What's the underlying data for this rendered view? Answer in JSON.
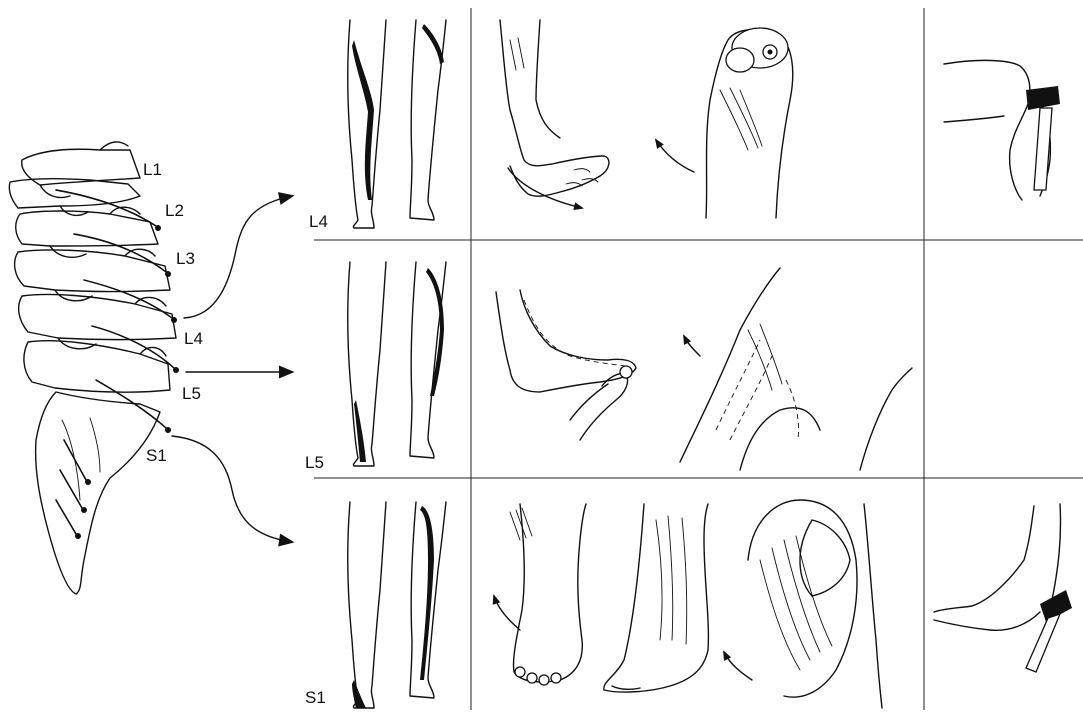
{
  "spine_labels": {
    "l1": "L1",
    "l2": "L2",
    "l3": "L3",
    "l4": "L4",
    "l5": "L5",
    "s1": "S1"
  },
  "rows": [
    {
      "label": "L4"
    },
    {
      "label": "L5"
    },
    {
      "label": "S1"
    }
  ]
}
